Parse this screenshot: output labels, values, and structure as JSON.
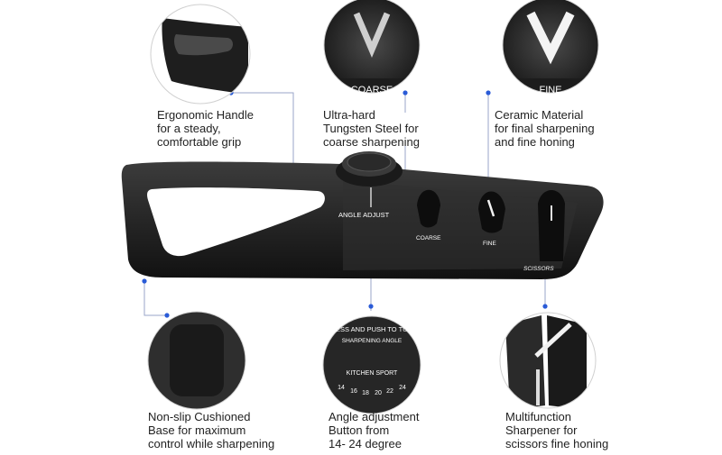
{
  "features": {
    "handle": {
      "lines": [
        "Ergonomic Handle",
        "for a steady,",
        "comfortable grip"
      ]
    },
    "coarse": {
      "badge": "COARSE",
      "lines": [
        "Ultra-hard",
        "Tungsten Steel for",
        "coarse sharpening"
      ]
    },
    "fine": {
      "badge": "FINE",
      "lines": [
        "Ceramic Material",
        "for final sharpening",
        "and fine honing"
      ]
    },
    "base": {
      "lines": [
        "Non-slip Cushioned",
        "Base for maximum",
        "control while sharpening"
      ]
    },
    "angle": {
      "lines": [
        "Angle adjustment",
        "Button from",
        "14- 24 degree"
      ]
    },
    "scissors": {
      "lines": [
        "Multifunction",
        "Sharpener for",
        "scissors fine honing"
      ]
    }
  },
  "device_labels": {
    "angle_adjust": "ANGLE ADJUST",
    "coarse": "COARSE",
    "fine": "FINE",
    "scissors": "SCISSORS"
  },
  "dial": {
    "top_text": "PRESS AND PUSH TO TURN",
    "sub_text": "SHARPENING ANGLE",
    "brand": "KITCHEN SPORT",
    "angles": [
      "14",
      "16",
      "18",
      "20",
      "22",
      "24"
    ]
  },
  "colors": {
    "body": "#2b2b2b",
    "accent_dot": "#2a5bd7",
    "line": "#9aa4c8"
  }
}
